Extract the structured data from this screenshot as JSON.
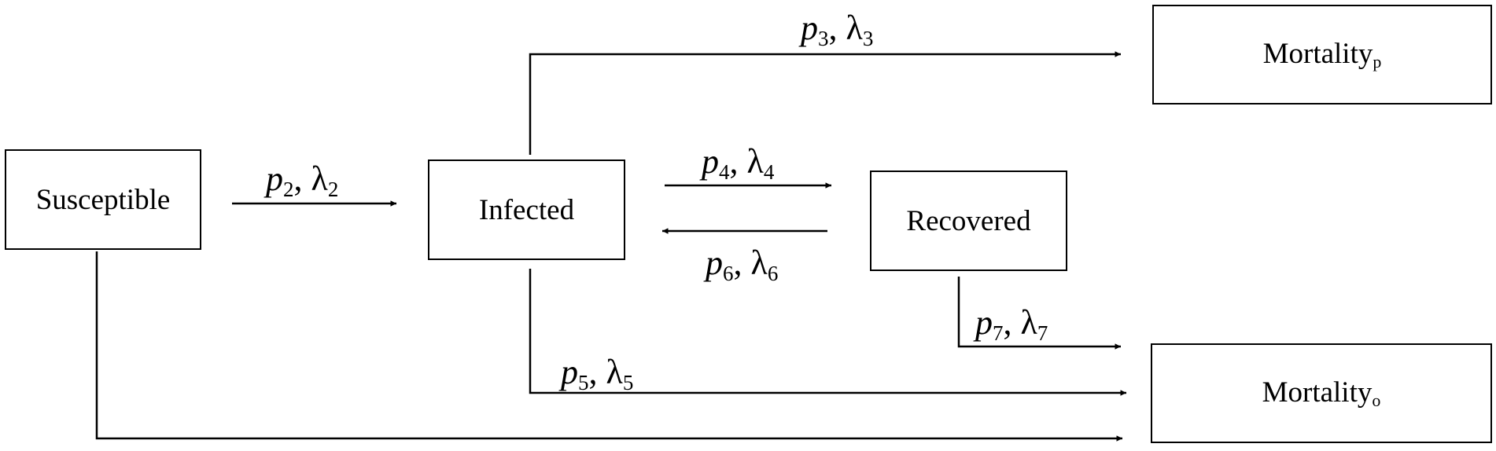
{
  "nodes": {
    "susceptible": "Susceptible",
    "infected": "Infected",
    "recovered": "Recovered",
    "mortality_p": {
      "base": "Mortality",
      "sub": "p"
    },
    "mortality_o": {
      "base": "Mortality",
      "sub": "o"
    }
  },
  "edges": {
    "e2": {
      "p": "p",
      "i": "2",
      "lambda": "λ"
    },
    "e3": {
      "p": "p",
      "i": "3",
      "lambda": "λ"
    },
    "e4": {
      "p": "p",
      "i": "4",
      "lambda": "λ"
    },
    "e5": {
      "p": "p",
      "i": "5",
      "lambda": "λ"
    },
    "e6": {
      "p": "p",
      "i": "6",
      "lambda": "λ"
    },
    "e7": {
      "p": "p",
      "i": "7",
      "lambda": "λ"
    }
  },
  "colors": {
    "stroke": "#000000",
    "background": "#ffffff"
  }
}
